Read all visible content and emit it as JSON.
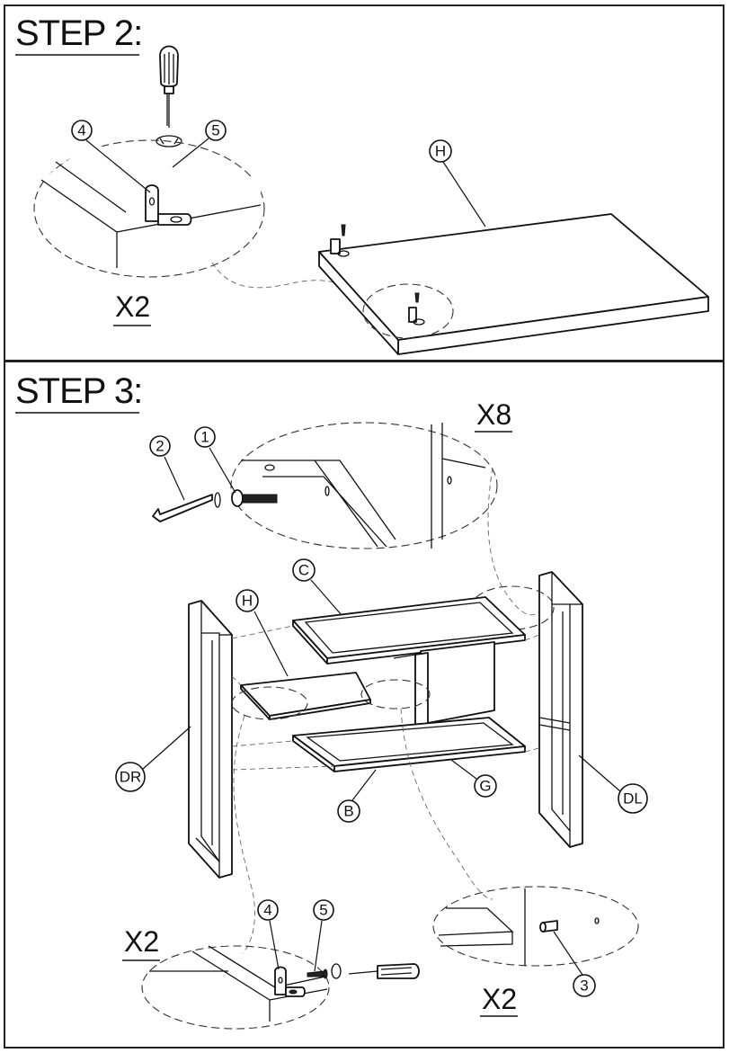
{
  "step2": {
    "title": "STEP 2:",
    "quantity": "X2",
    "callouts": {
      "bracket": "4",
      "screw": "5",
      "shelf": "H"
    }
  },
  "step3": {
    "title": "STEP 3:",
    "quantity_top": "X8",
    "quantity_bottom_left": "X2",
    "quantity_bottom_right": "X2",
    "callouts": {
      "allen_key": "2",
      "bolt": "1",
      "top_frame": "C",
      "shelf": "H",
      "bottom_frame": "B",
      "divider": "G",
      "right_side_frame": "DR",
      "left_side_frame": "DL",
      "bracket": "4",
      "screw": "5",
      "dowel": "3"
    }
  }
}
